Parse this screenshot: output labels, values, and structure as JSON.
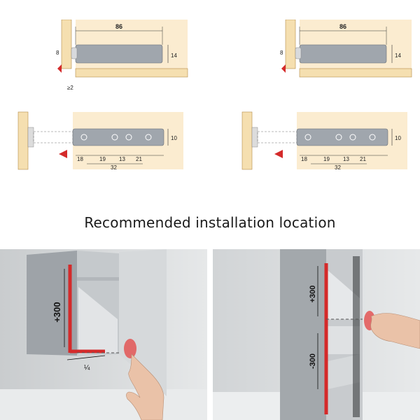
{
  "caption": "Recommended installation location",
  "side_view": {
    "length": "86",
    "height": "14",
    "offset": "8",
    "gap": "≥2"
  },
  "top_view": {
    "width": "10",
    "d1": "18",
    "d2": "19",
    "d3": "13",
    "d4": "21",
    "total": "32"
  },
  "photo_left": {
    "vertical_label": "+300",
    "bottom_label": "¼"
  },
  "photo_right": {
    "upper_label": "+300",
    "lower_label": "-300"
  },
  "colors": {
    "wood": "#f5dfb0",
    "panel": "#fbecd0",
    "accent_red": "#d42a2a",
    "device": "#9aa0a8"
  }
}
